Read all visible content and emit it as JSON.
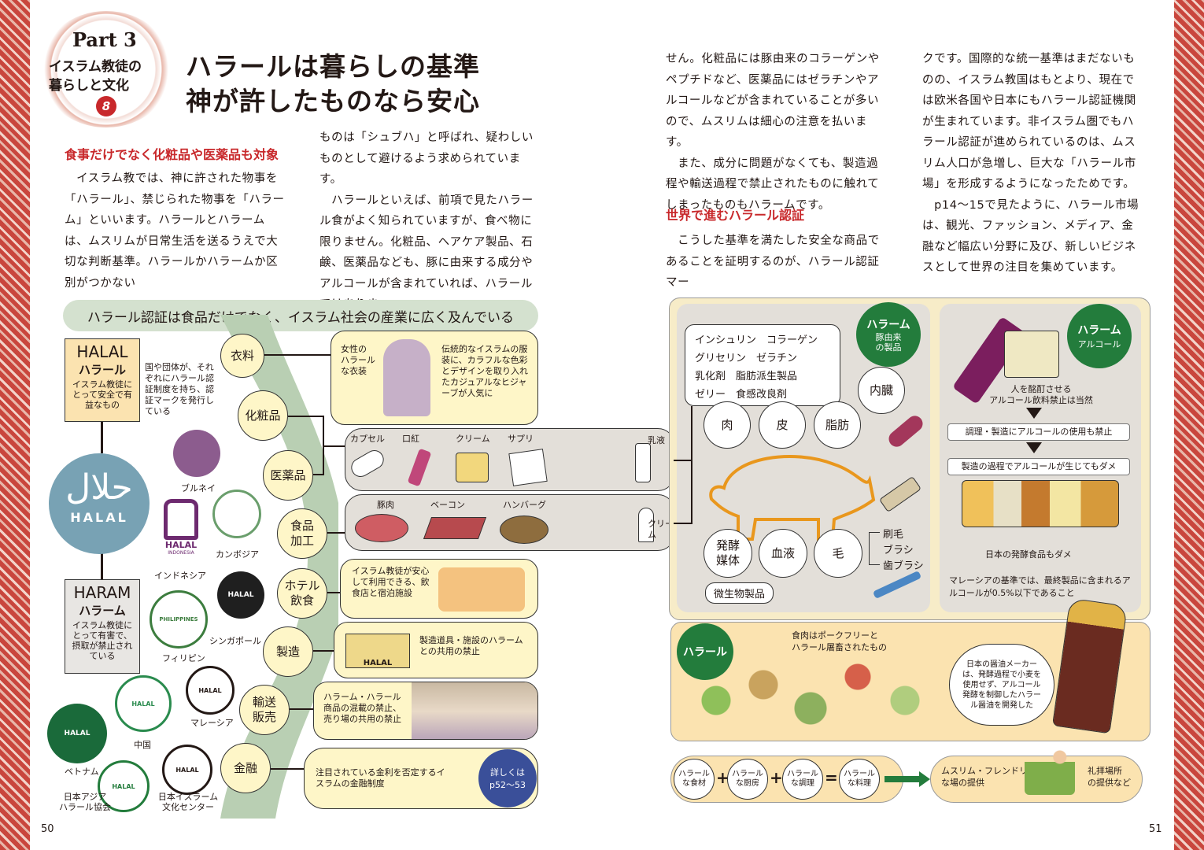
{
  "header": {
    "part": "Part 3",
    "series_line1": "イスラム教徒の",
    "series_line2": "暮らしと文化",
    "number": "8"
  },
  "title": {
    "line1": "ハラールは暮らしの基準",
    "line2": "神が許したものなら安心"
  },
  "left": {
    "heading1": "食事だけでなく化粧品や医薬品も対象",
    "col1": "　イスラム教では、神に許された物事を「ハラール」、禁じられた物事を「ハラーム」といいます。ハラールとハラームは、ムスリムが日常生活を送るうえで大切な判断基準。ハラールかハラームか区別がつかない",
    "col2": "ものは「シュブハ」と呼ばれ、疑わしいものとして避けるよう求められています。\n　ハラールといえば、前項で見たハラール食がよく知られていますが、食べ物に限りません。化粧品、ヘアケア製品、石鹸、医薬品なども、豚に由来する成分やアルコールが含まれていれば、ハラールではありま"
  },
  "right": {
    "col1a": "せん。化粧品には豚由来のコラーゲンやペプチドなど、医薬品にはゼラチンやアルコールなどが含まれていることが多いので、ムスリムは細心の注意を払います。\n　また、成分に問題がなくても、製造過程や輸送過程で禁止されたものに触れてしまったものもハラームです。",
    "heading2": "世界で進むハラール認証",
    "col1b": "　こうした基準を満たした安全な商品であることを証明するのが、ハラール認証マー",
    "col2": "クです。国際的な統一基準はまだないものの、イスラム教国はもとより、現在では欧米各国や日本にもハラール認証機関が生まれています。非イスラム圏でもハラール認証が進められているのは、ムスリム人口が急増し、巨大な「ハラール市場」を形成するようになったためです。\n　p14～15で見たように、ハラール市場は、観光、ファッション、メディア、金融など幅広い分野に及び、新しいビジネスとして世界の注目を集めています。"
  },
  "diagram": {
    "banner": "ハラール認証は食品だけでなく、イスラム社会の産業に広く及んでいる",
    "halal_box": {
      "en": "HALAL",
      "jp": "ハラール",
      "desc": "イスラム教徒にとって安全で有益なもの"
    },
    "haram_box": {
      "en": "HARAM",
      "jp": "ハラーム",
      "desc": "イスラム教徒にとって有害で、摂取が禁止されている"
    },
    "cert_note": "国や団体が、それぞれにハラール認証制度を持ち、認証マークを発行している",
    "big_logo": {
      "arabic": "حلال",
      "latin": "HALAL"
    },
    "logo_labels": [
      "ブルネイ",
      "インドネシア",
      "カンボジア",
      "フィリピン",
      "シンガポール",
      "マレーシア",
      "中国",
      "ベトナム",
      "日本アジア\nハラール協会",
      "日本イスラーム\n文化センター"
    ],
    "logo_texts": {
      "indonesia": "HALAL",
      "indonesia_sub": "INDONESIA",
      "philippines": "PHILIPPINES",
      "generic": "HALAL"
    },
    "categories": [
      "衣料",
      "化粧品",
      "医薬品",
      "食品\n加工",
      "ホテル\n飲食",
      "製造",
      "輸送\n販売",
      "金融"
    ],
    "clothing_caption": "女性の\nハラール\nな衣装",
    "clothing_desc": "伝統的なイスラムの服装に、カラフルな色彩とデザインを取り入れたカジュアルなヒジャーブが人気に",
    "cosmetic_items": [
      "カプセル",
      "口紅",
      "クリーム",
      "サプリ"
    ],
    "food_items": [
      "豚肉",
      "ベーコン",
      "ハンバーグ"
    ],
    "hotel_desc": "イスラム教徒が安心して利用できる、飲食店と宿泊施設",
    "mfg_desc": "製造道具・施設のハラームとの共用の禁止",
    "mfg_sign": "HALAL",
    "transport_desc": "ハラーム・ハラール商品の混載の禁止、売り場の共用の禁止",
    "finance_desc": "注目されている金利を否定するイスラムの金融制度",
    "finance_badge": "詳しくは\np52～53",
    "emulsion": "乳液",
    "cream": "クリーム",
    "pork": {
      "label_title": "ハラーム",
      "label_sub": "豚由来\nの製品",
      "ingredients": "インシュリン　コラーゲン\nグリセリン　ゼラチン\n乳化剤　脂肪派生製品\nゼリー　食感改良剤",
      "parts": [
        "肉",
        "皮",
        "脂肪",
        "内臓",
        "発酵\n媒体",
        "血液",
        "毛"
      ],
      "brushes": [
        "刷毛",
        "ブラシ",
        "歯ブラシ"
      ],
      "microbe": "微生物製品"
    },
    "alcohol": {
      "label_title": "ハラーム",
      "label_sub": "アルコール",
      "rule1": "人を酩酊させる\nアルコール飲料禁止は当然",
      "rule2": "調理・製造にアルコールの使用も禁止",
      "rule3": "製造の過程でアルコールが生じてもダメ",
      "foods_caption": "日本の発酵食品もダメ",
      "malaysia": "マレーシアの基準では、最終製品に含まれるアルコールが0.5%以下であること"
    },
    "halal_food": {
      "label": "ハラール",
      "desc": "食肉はポークフリーと\nハラール屠畜されたもの",
      "soy": "日本の醤油メーカーは、発酵過程で小麦を使用せず、アルコール発酵を制御したハラール醤油を開発した"
    },
    "equation": [
      "ハラール\nな食材",
      "ハラール\nな厨房",
      "ハラール\nな調理",
      "ハラール\nな料理"
    ],
    "ops": [
      "+",
      "+",
      "="
    ],
    "friendly": "ムスリム・フレンドリー\nな場の提供",
    "prayer": "礼拝場所\nの提供など"
  },
  "page_numbers": {
    "left": "50",
    "right": "51"
  },
  "colors": {
    "red": "#c8282b",
    "green": "#237c3c",
    "beige": "#f7ecc8",
    "grey": "#e3dfd9",
    "sage": "#bfd3b8"
  }
}
